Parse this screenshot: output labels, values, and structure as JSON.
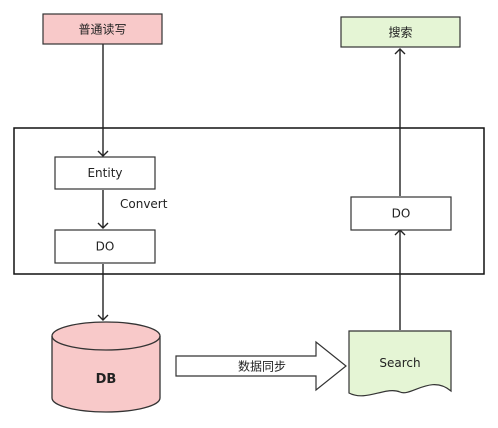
{
  "nodes": {
    "normal_rw": {
      "label": "普通读写",
      "fill": "#f8c9c9"
    },
    "search": {
      "label": "搜索",
      "fill": "#e5f5d5"
    },
    "entity": {
      "label": "Entity"
    },
    "do_left": {
      "label": "DO"
    },
    "do_right": {
      "label": "DO"
    },
    "db": {
      "label": "DB",
      "fill": "#f8c9c9"
    },
    "search_doc": {
      "label": "Search",
      "fill": "#e5f5d5"
    }
  },
  "edges": {
    "convert": {
      "label": "Convert"
    },
    "sync": {
      "label": "数据同步"
    }
  }
}
